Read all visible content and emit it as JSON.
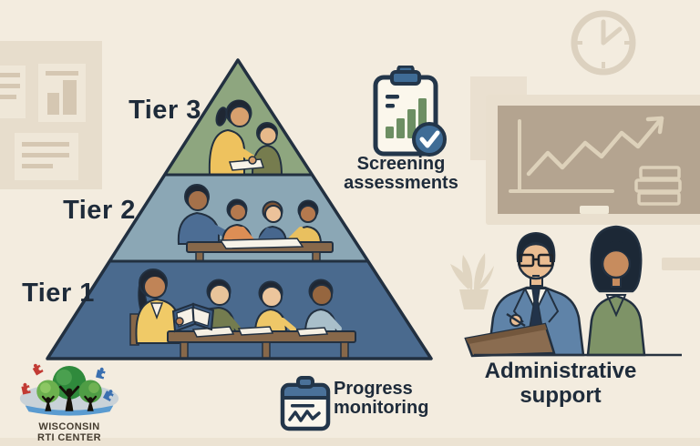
{
  "pyramid": {
    "tiers": [
      {
        "label": "Tier 3",
        "color": "#8ea67f"
      },
      {
        "label": "Tier 2",
        "color": "#8ba7b5"
      },
      {
        "label": "Tier 1",
        "color": "#4a6a8e"
      }
    ]
  },
  "screening": {
    "line1": "Screening",
    "line2": "assessments"
  },
  "progress": {
    "line1": "Progress",
    "line2": "monitoring"
  },
  "admin": {
    "line1": "Administrative",
    "line2": "support"
  },
  "logo": {
    "line1": "WISCONSIN",
    "line2": "RTI CENTER"
  },
  "colors": {
    "background": "#f3ecdf",
    "outline": "#223040",
    "text_navy": "#1e2b3a",
    "icon_blue": "#3f6c96",
    "bar_green": "#6d8f63",
    "clipboard_brown": "#8a6c50",
    "suit_blue": "#5f83a8",
    "blazer_green": "#7e9367",
    "logo_water_blue": "#5a9bd0",
    "logo_tree_green": "#2f8a3c"
  }
}
